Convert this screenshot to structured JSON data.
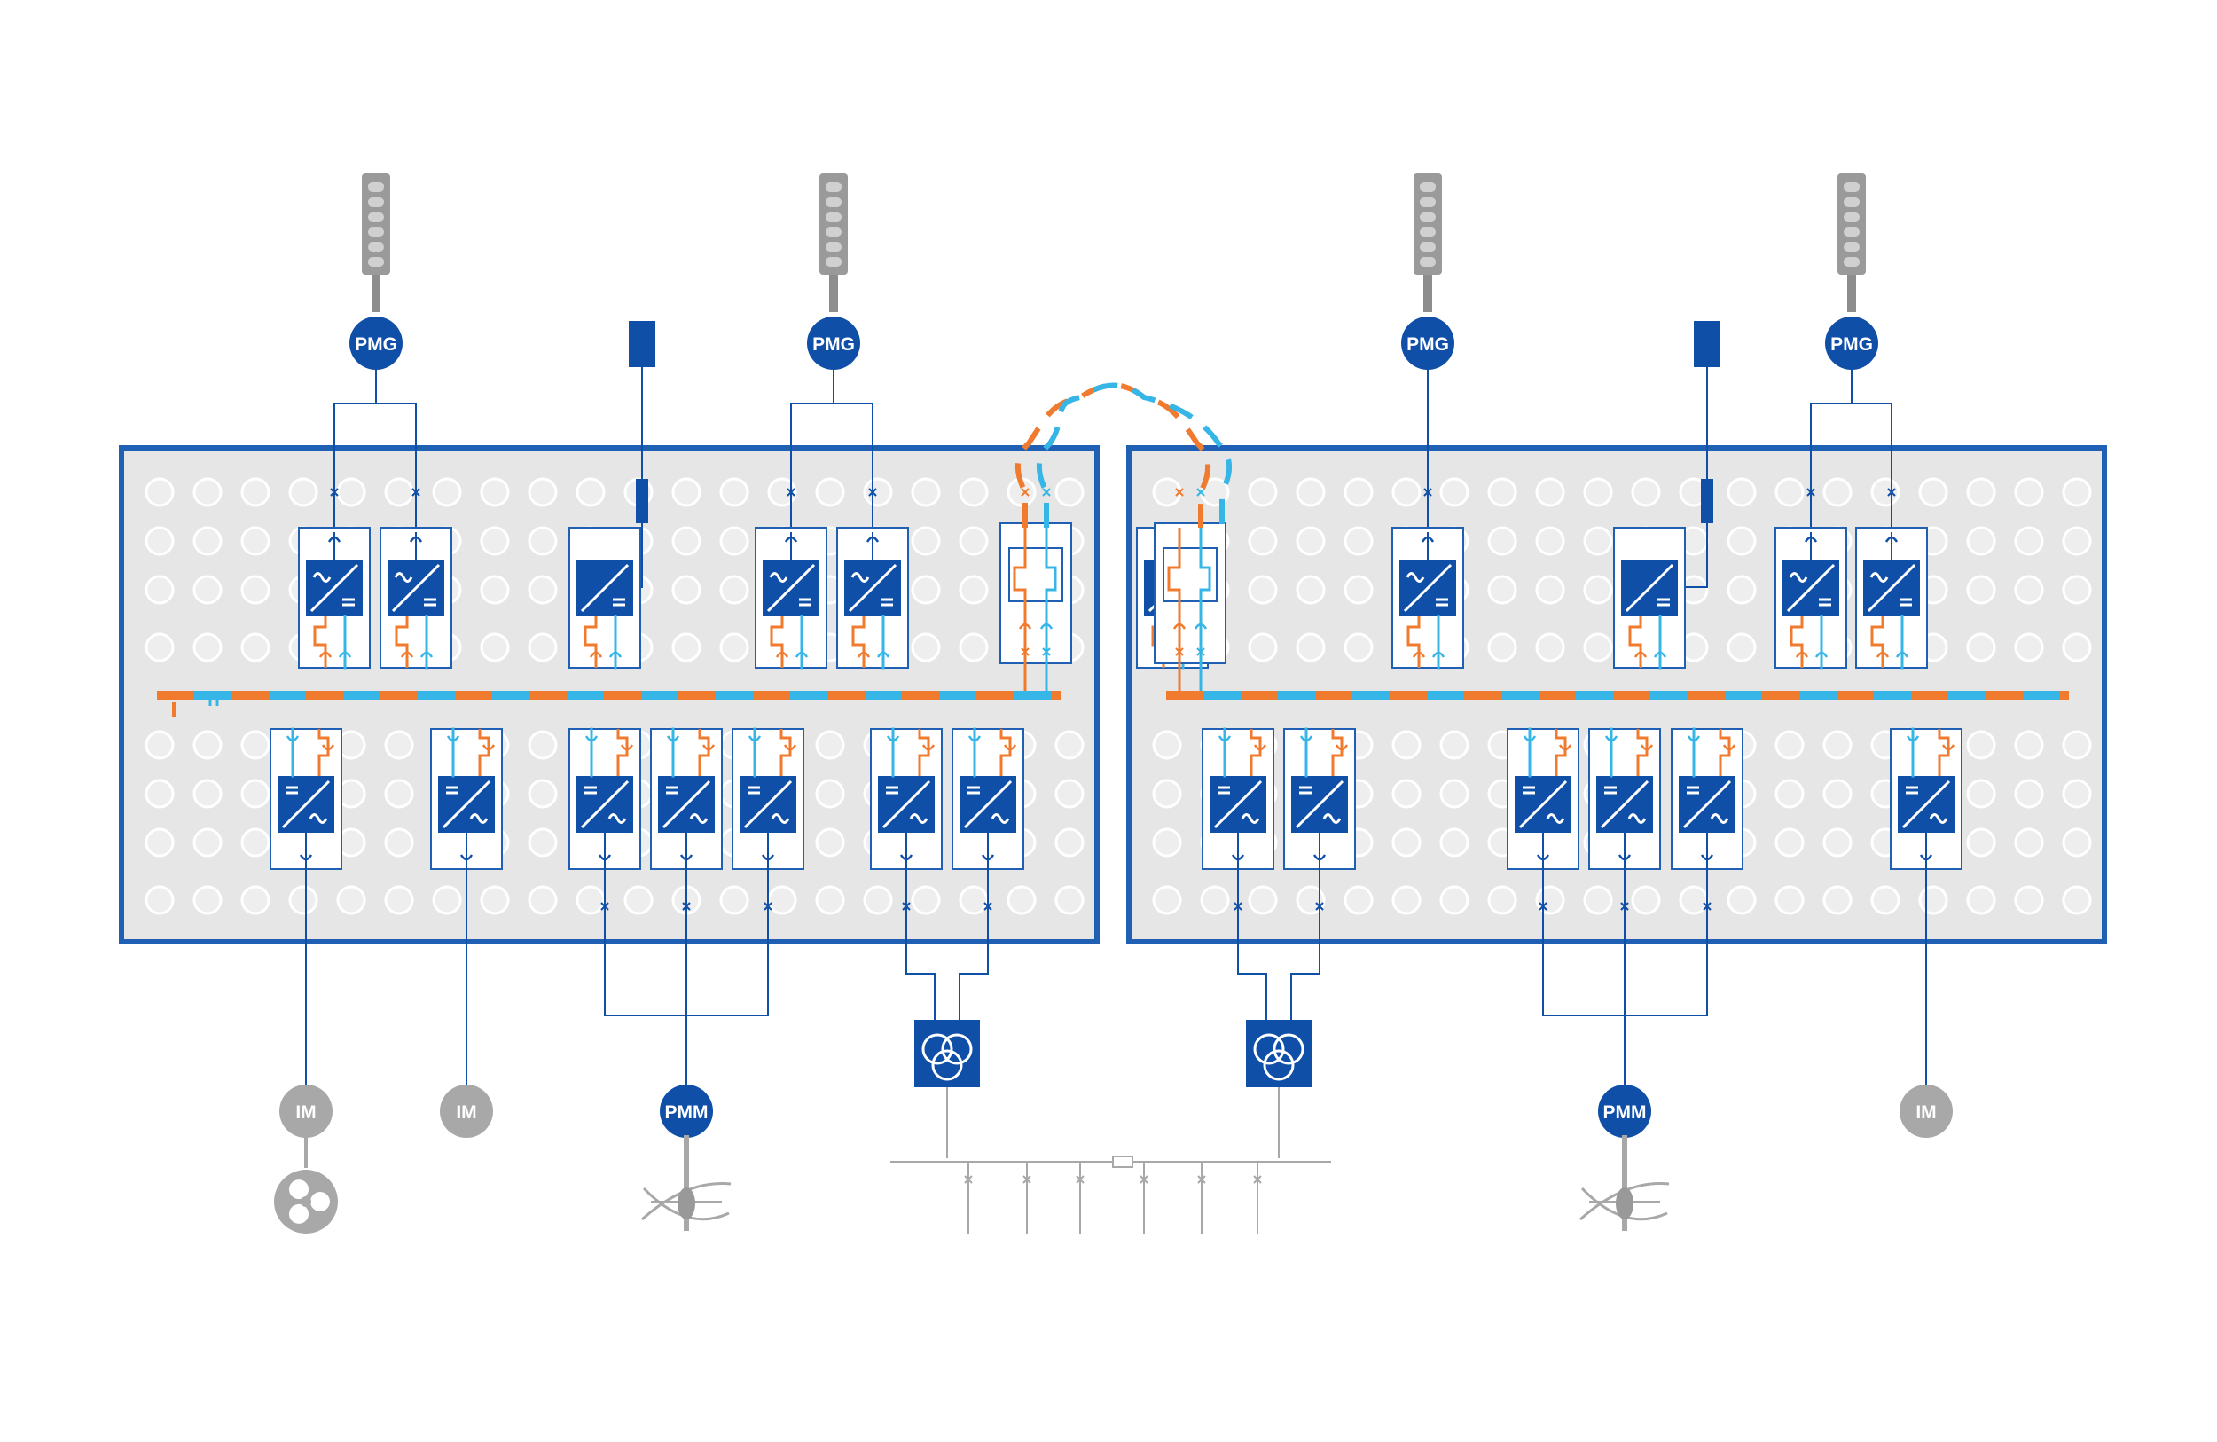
{
  "labels": {
    "pmg": "PMG",
    "pmm": "PMM",
    "im": "IM"
  },
  "colors": {
    "frame": "#1f5fb4",
    "room_fill": "#e6e6e6",
    "dot_fill": "#eeeeee",
    "bus_orange": "#f07a2e",
    "bus_cyan": "#35b6e6",
    "module_blue": "#0f4fa8",
    "gray": "#a8a8a8"
  },
  "icons": {
    "generator": "pmg-circle-icon",
    "motor": "pmm-circle-icon",
    "induction_motor": "im-circle-icon",
    "converter": "converter-icon",
    "transformer": "transformer-icon",
    "breaker": "breaker-icon",
    "engine": "engine-icon",
    "fan": "fan-icon",
    "propeller": "propeller-icon"
  }
}
